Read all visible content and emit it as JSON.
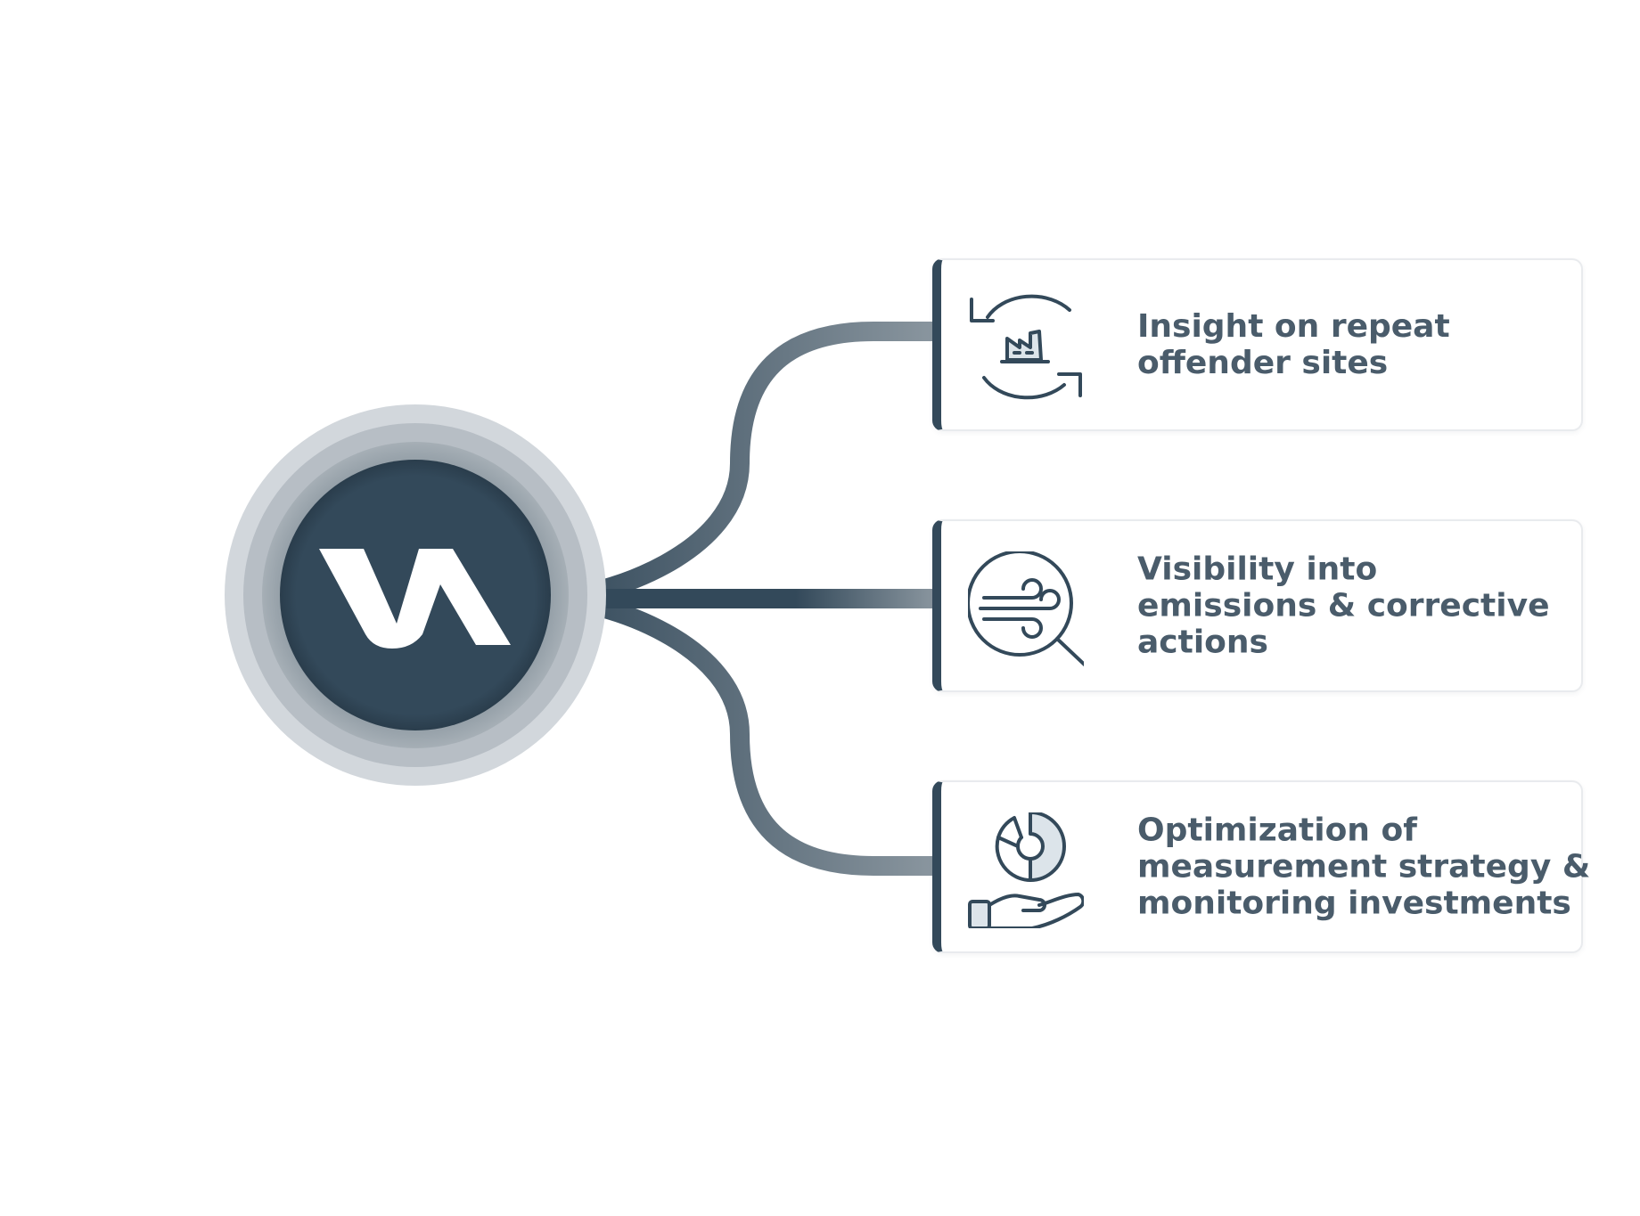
{
  "colors": {
    "primary": "#33495a",
    "connector_light": "#8a969f",
    "text": "#4a5c6b",
    "card_border": "#e9ebee",
    "icon_fill_light": "#dce4ea"
  },
  "hub": {
    "logo_icon": "stylized-v-logo-icon"
  },
  "benefits": [
    {
      "icon": "factory-cycle-icon",
      "lines": [
        "Insight on repeat",
        "offender sites"
      ]
    },
    {
      "icon": "wind-magnifier-icon",
      "lines": [
        "Visibility into",
        "emissions & corrective",
        "actions"
      ]
    },
    {
      "icon": "hand-pie-chart-icon",
      "lines": [
        "Optimization of",
        "measurement strategy &",
        "monitoring investments"
      ]
    }
  ]
}
